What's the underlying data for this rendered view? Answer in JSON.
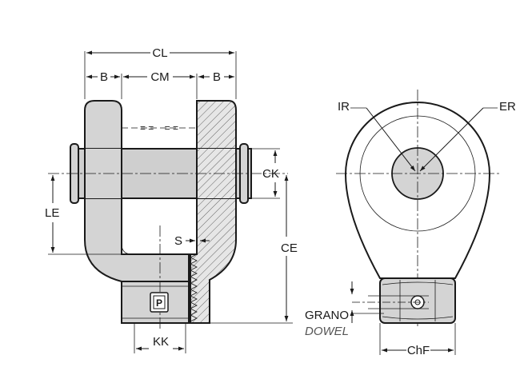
{
  "labels": {
    "cl": "CL",
    "b_left": "B",
    "cm": "CM",
    "b_right": "B",
    "ck": "CK",
    "le": "LE",
    "ce": "CE",
    "s": "S",
    "kk": "KK",
    "ir": "IR",
    "er": "ER",
    "grano": "GRANO",
    "dowel": "DOWEL",
    "chf": "ChF",
    "equal_marks": "= =    = ="
  },
  "colors": {
    "stroke": "#1a1a1a",
    "body_fill": "#d4d4d4",
    "pin_fill": "#cfcfcf",
    "section_fill": "#e6e6e6",
    "label_secondary": "#555555"
  },
  "icons": {
    "logo_badge": "p-logo-icon"
  }
}
